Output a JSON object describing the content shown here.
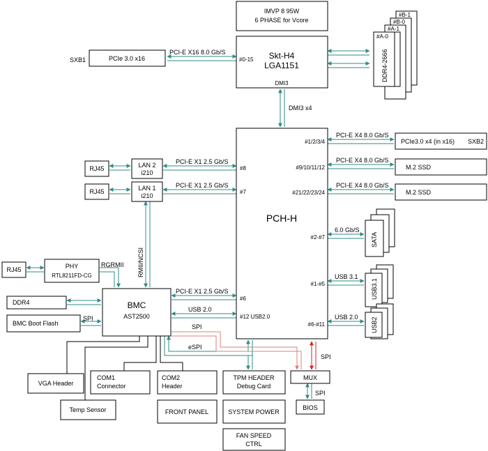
{
  "nodes": {
    "imvp": {
      "line1": "IMVP 8      95W",
      "line2": "6 PHASE for Vcore"
    },
    "cpu": {
      "line1": "Skt-H4",
      "line2": "LGA1151",
      "port_pcie": "#0-15",
      "port_dmi": "DMI3"
    },
    "dimm": {
      "a0": "#A-0",
      "a1": "#A-1",
      "b0": "#B-0",
      "b1": "#B-1",
      "label": "DDR4-2666"
    },
    "sxb1": {
      "label": "SXB1",
      "box": "PCIe 3.0 x16"
    },
    "pch": {
      "label": "PCH-H",
      "p_1234": "#1/2/3/4",
      "p_9101112": "#9/10/11/12",
      "p_21222324": "#21/22/23/24",
      "p_27": "#2-#7",
      "p_15": "#1-#5",
      "p_611": "#6-#11",
      "p_8": "#8",
      "p_7": "#7",
      "p_6": "#6",
      "p_12usb": "#12 USB2.0"
    },
    "sxb2": {
      "box": "PCIe3.0 x4 (in x16)",
      "label": "SXB2"
    },
    "m2a": {
      "box": "M.2 SSD"
    },
    "m2b": {
      "box": "M.2 SSD"
    },
    "sata": {
      "label": "SATA"
    },
    "usb31": {
      "label": "USB3.1"
    },
    "usb2stack": {
      "label": "USB2"
    },
    "rj45a": {
      "label": "RJ45"
    },
    "rj45b": {
      "label": "RJ45"
    },
    "rj45c": {
      "label": "RJ45"
    },
    "lan2": {
      "line1": "LAN 2",
      "line2": "i210"
    },
    "lan1": {
      "line1": "LAN 1",
      "line2": "i210"
    },
    "phy": {
      "line1": "PHY",
      "line2": "RTL8211FD-CG"
    },
    "bmc": {
      "line1": "BMC",
      "line2": "AST2500"
    },
    "ddr4": {
      "label": "DDR4"
    },
    "bmcflash": {
      "label": "BMC Boot Flash"
    },
    "vga": {
      "label": "VGA Header"
    },
    "temp": {
      "label": "Temp Sensor"
    },
    "com1": {
      "line1": "COM1",
      "line2": "Connector"
    },
    "com2": {
      "line1": "COM2",
      "line2": "Header"
    },
    "frontpanel": {
      "label": "FRONT PANEL"
    },
    "tpm": {
      "line1": "TPM HEADER",
      "line2": "Debug Card"
    },
    "syspower": {
      "label": "SYSTEM POWER"
    },
    "fan": {
      "line1": "FAN SPEED",
      "line2": "CTRL"
    },
    "mux": {
      "label": "MUX"
    },
    "bios": {
      "label": "BIOS"
    }
  },
  "links": {
    "cpu_sxb1": "PCI-E X16 8.0 Gb/S",
    "dmi": "DMI3 x4",
    "pch_sxb2": "PCI-E X4 8.0 Gb/S",
    "pch_m2a": "PCI-E X4 8.0 Gb/S",
    "pch_m2b": "PCI-E X4 8.0 Gb/S",
    "sata": "6.0 Gb/S",
    "usb31": "USB 3.1",
    "usb2": "USB 2.0",
    "lan2": "PCI-E X1 2.5 Gb/S",
    "lan1": "PCI-E X1 2.5 Gb/S",
    "bmc_pcie": "PCI-E X1 2.5 Gb/S",
    "bmc_usb": "USB 2.0",
    "bmc_spi": "SPI",
    "espi": "eSPI",
    "rgmii": "RGRMII",
    "rmii": "RMII/NCSI",
    "bmcflash_spi": "SPI",
    "mux_spi": "SPI",
    "bios_spi": "SPI"
  },
  "colors": {
    "teal": "#2e8b87",
    "red": "#d0241c",
    "pink": "#d98078"
  }
}
